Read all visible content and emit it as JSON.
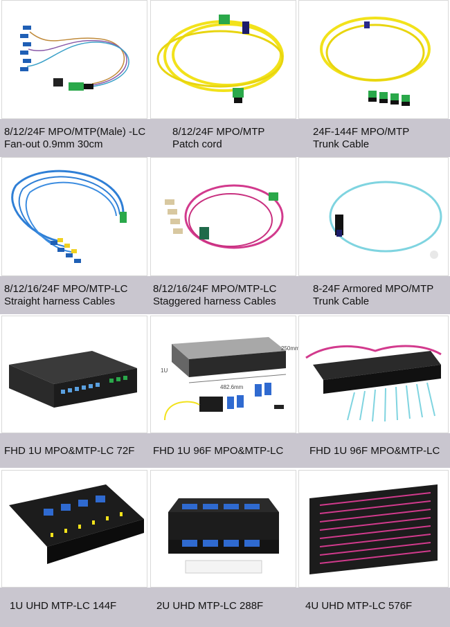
{
  "rows": [
    {
      "captions": [
        {
          "line1": "8/12/24F MPO/MTP(Male) -LC",
          "line2": "Fan-out 0.9mm 30cm"
        },
        {
          "line1": "8/12/24F MPO/MTP",
          "line2": "Patch cord"
        },
        {
          "line1": "24F-144F MPO/MTP",
          "line2": "Trunk Cable"
        }
      ]
    },
    {
      "captions": [
        {
          "line1": "8/12/16/24F MPO/MTP-LC",
          "line2": "Straight harness Cables"
        },
        {
          "line1": "8/12/16/24F MPO/MTP-LC",
          "line2": "Staggered harness Cables"
        },
        {
          "line1": "8-24F Armored MPO/MTP",
          "line2": "Trunk Cable"
        }
      ]
    },
    {
      "captions": [
        {
          "line1": "FHD 1U MPO&MTP-LC 72F"
        },
        {
          "line1": "FHD 1U 96F MPO&MTP-LC"
        },
        {
          "line1": "FHD 1U 96F MPO&MTP-LC"
        }
      ],
      "dimension_labels": {
        "depth": "250mm",
        "height": "1U",
        "width": "482.6mm"
      }
    },
    {
      "captions": [
        {
          "line1": "1U UHD MTP-LC 144F"
        },
        {
          "line1": "2U UHD MTP-LC 288F"
        },
        {
          "line1": "4U UHD MTP-LC 576F"
        }
      ]
    }
  ],
  "colors": {
    "caption_band": "#c9c6cf",
    "yellow_cable": "#f2e21b",
    "blue_cable": "#2f7fd6",
    "magenta_cable": "#d23a8d",
    "aqua_cable": "#7fd4e0",
    "connector_green": "#2aa84a",
    "panel_black": "#1c1c1c"
  }
}
